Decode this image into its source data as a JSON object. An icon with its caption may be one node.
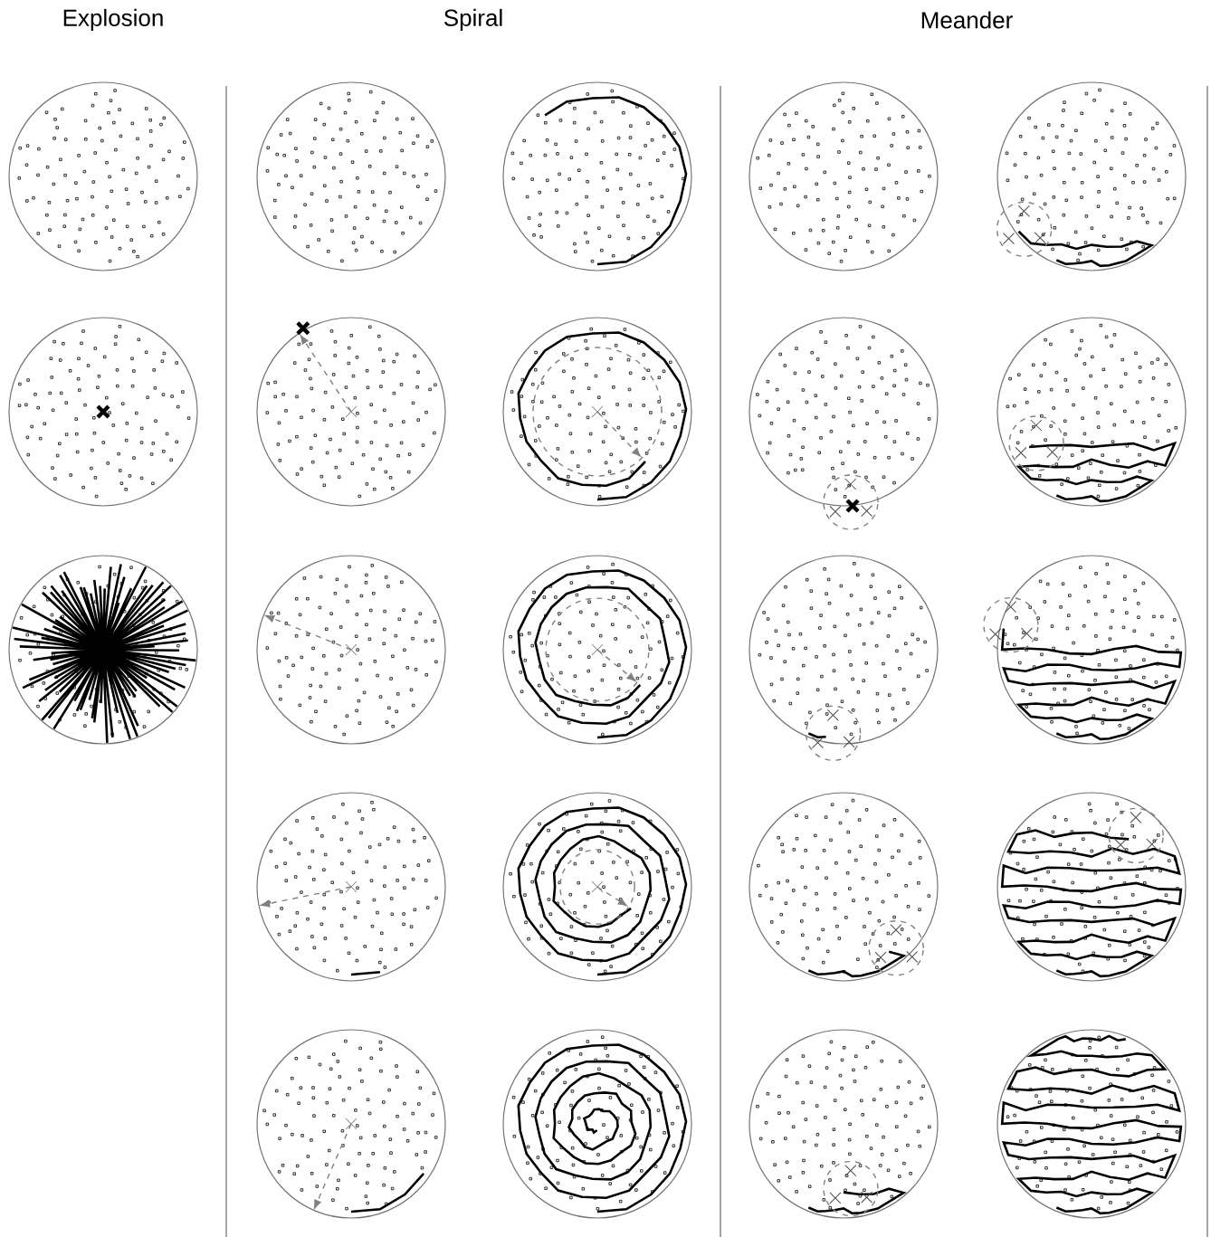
{
  "diagram": {
    "labels": [
      "Explosion",
      "Spiral",
      "Meander"
    ]
  }
}
